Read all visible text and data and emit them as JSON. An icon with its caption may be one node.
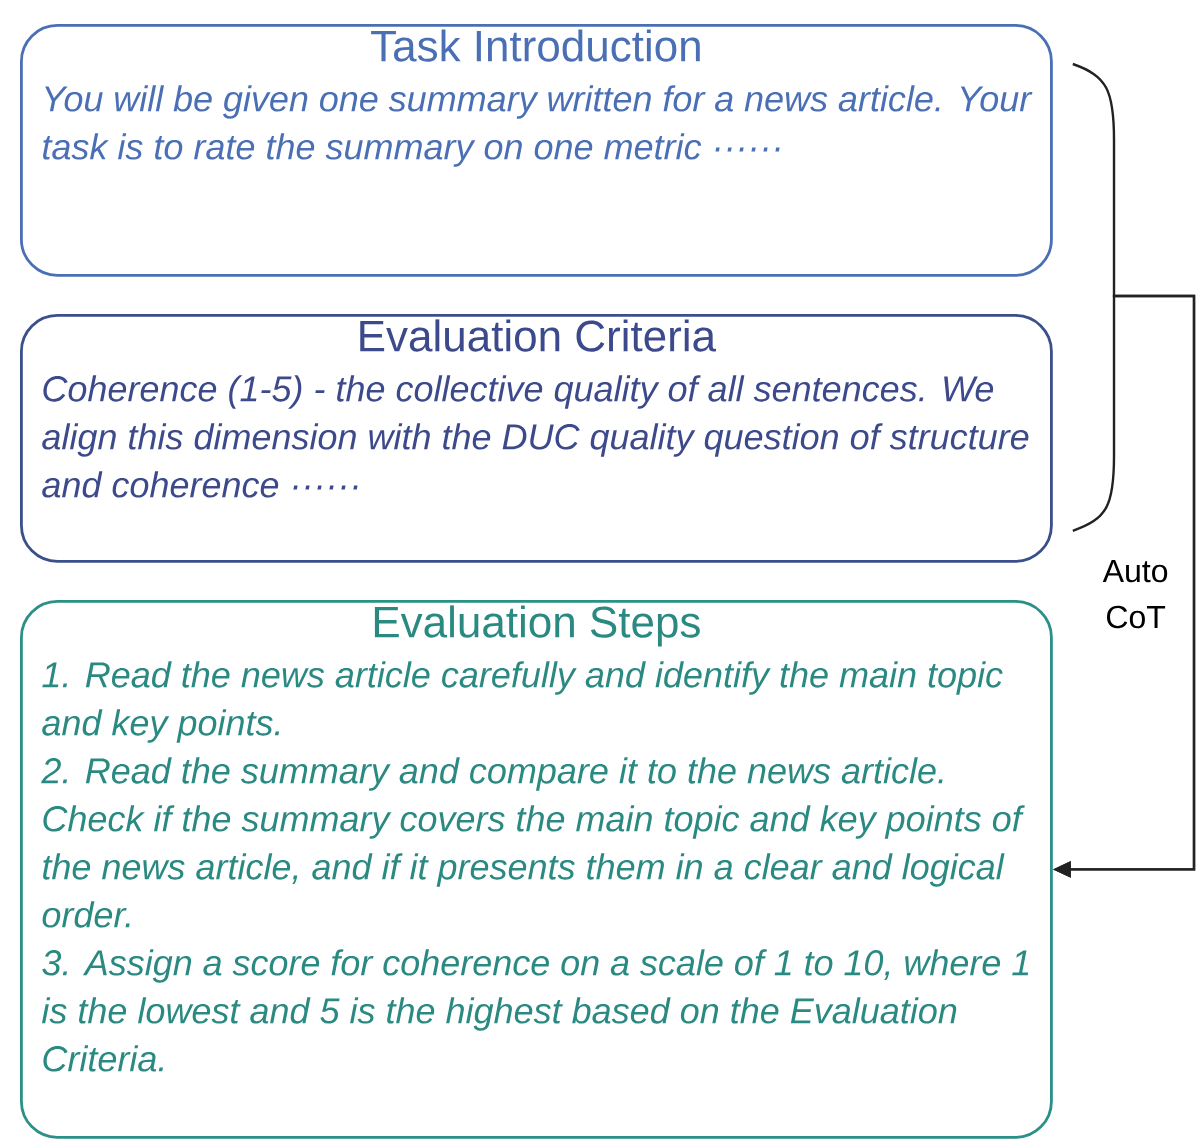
{
  "diagram": {
    "nodes": [
      {
        "text": [
          "Task Introduction",
          "You will be given one summary written for a news article. Your task is to rate the summary on one metric ······"
        ]
      },
      {
        "text": [
          "Evaluation Criteria",
          "Coherence (1-5) -  the collective quality of all sentences. We align this dimension with the DUC quality question of structure and coherence ······"
        ]
      },
      {
        "text": [
          "Evaluation Steps",
          "1.  Read the news article carefully and identify the main topic and key points.",
          "2.  Read the summary and compare it to the news article. Check if the summary covers the main topic and key points of the news article, and if it presents them in a clear and logical order.",
          "3.  Assign a score for coherence on a scale of 1 to 10, where 1 is the lowest and 5 is the highest based on the Evaluation Criteria."
        ]
      }
    ],
    "edges": [
      {
        "from": 0,
        "to": 2,
        "arrow": "to",
        "label": "Auto CoT"
      },
      {
        "from": 1,
        "to": 2,
        "arrow": "to"
      }
    ]
  }
}
